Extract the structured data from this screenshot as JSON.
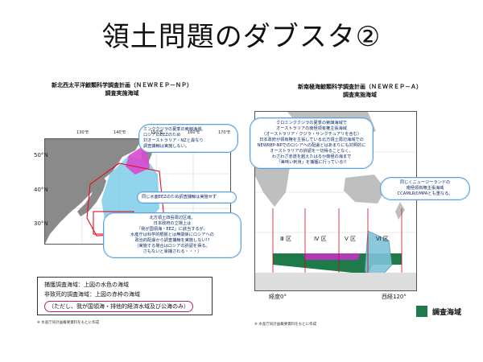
{
  "slide": {
    "title": "領土問題のダブスタ②"
  },
  "left": {
    "title1": "新北西太平洋鯨類科学調査計画（ＮＥＷＲＥＰ－ＮＰ）",
    "title2": "調査実施海域",
    "callout1": [
      "ミンククジラの夏季の索餌海域。",
      "ロシアのEEZのため",
      "対オーストラリア・NZと異なり",
      "調査捕鯨は実施しない。"
    ],
    "callout2": "同じ水面EEZのため調査捕鯨は実施せず",
    "callout3": [
      "北方領土四島周辺区域。",
      "日本政府の立場上は",
      "「我が国領海・EEZ」に該当するが、",
      "水産庁は科学的根拠とは無関係にロシアへの",
      "政治的配慮から調査捕鯨を実施しない!?",
      "（実施する場合はロシアの許認を得る。",
      "さもないと拿捕される・・・）"
    ],
    "legend": [
      "捕獲調査海域：上図の水色の海域",
      "非致死的調査海域：上図の赤枠の海域"
    ],
    "legend_note": "（ただし、我が国領海・排他的経済水域及び公海のみ）",
    "source": "※ 水産庁同計画概要資料をもとに作成",
    "lon_ticks": [
      "130°E",
      "140°E",
      "150°E",
      "160°E",
      "170°E"
    ],
    "lat_ticks": [
      "50°N",
      "40°N",
      "30°N"
    ]
  },
  "right": {
    "title1": "新南極海鯨類科学調査計画（ＮＥＷＲＥＰ－Ａ）",
    "title2": "調査実施海域",
    "callout1": [
      "クロミンククジラの夏季の索餌海域で",
      "オーストラリアの南極領有権主張海域",
      "（オーストラリア・クジラ・サンクチュアリを含む）",
      "日本政府が領有権を主張している北方領土周辺海域での",
      "NEWREP-NPでのロシアへの配慮とはあまりにも対照的に",
      "オーストラリアの許認を一切得ることなく、",
      "わざわざ赤道を越えたはるか南極の海まで",
      "「美味い刺身」を捕獲に行っている!!"
    ],
    "callout2": [
      "同じくニュージーランドの",
      "南極領有権主張海域",
      "CCAMLRのMPAとも重なる。"
    ],
    "zones": [
      "Ⅲ 区",
      "Ⅳ 区",
      "Ⅴ 区",
      "Ⅵ 区"
    ],
    "lon_left": "経度0°",
    "lon_right": "西経120°",
    "source": "※ 水産庁同計画概要資料をもとに作成"
  },
  "key": {
    "label": "調査海域",
    "color": "#1f7a4a"
  }
}
